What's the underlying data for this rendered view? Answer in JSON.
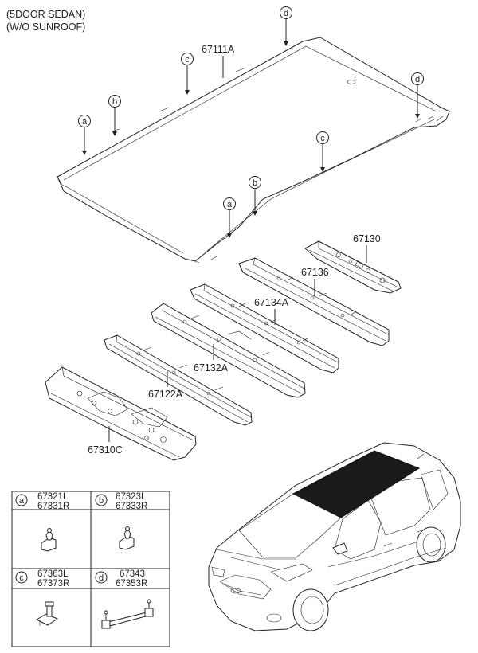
{
  "header": {
    "line1": "(5DOOR SEDAN)",
    "line2": "(W/O SUNROOF)"
  },
  "parts": {
    "headlining": "67111A",
    "rail_rear": "67130",
    "bow_4": "67136",
    "bow_3": "67134A",
    "bow_2": "67132A",
    "bow_1": "67122A",
    "rail_front": "67310C"
  },
  "callouts": {
    "a": "a",
    "b": "b",
    "c": "c",
    "d": "d"
  },
  "legend": [
    {
      "letter": "a",
      "line1": "67321L",
      "line2": "67331R"
    },
    {
      "letter": "b",
      "line1": "67323L",
      "line2": "67333R"
    },
    {
      "letter": "c",
      "line1": "67363L",
      "line2": "67373R"
    },
    {
      "letter": "d",
      "line1": "67343",
      "line2": "67353R"
    }
  ]
}
